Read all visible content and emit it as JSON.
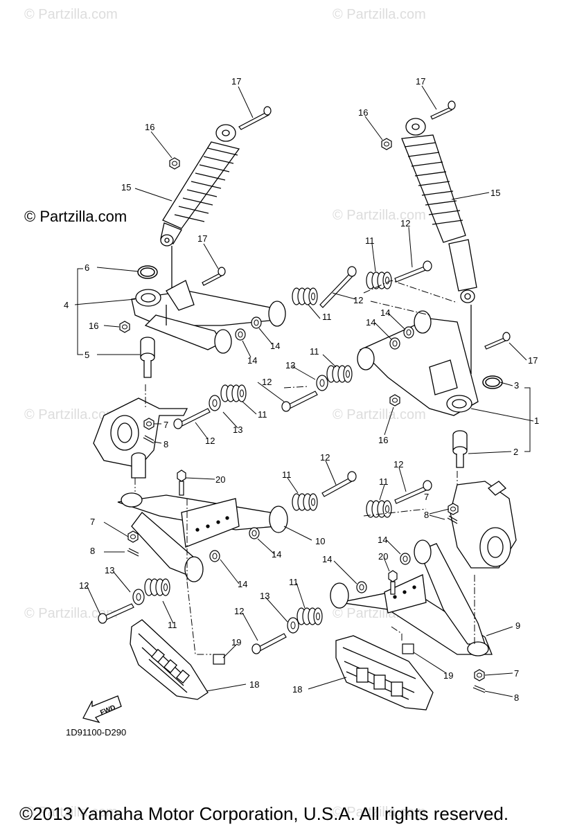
{
  "watermark": {
    "text": "© Partzilla.com"
  },
  "diagram_code": "1D91100-D290",
  "fwd_label": "FWD",
  "copyright": "©2013 Yamaha Motor Corporation, U.S.A. All rights reserved.",
  "callouts": {
    "n1": "1",
    "n2": "2",
    "n3": "3",
    "n4": "4",
    "n5": "5",
    "n6": "6",
    "n7": "7",
    "n8": "8",
    "n9": "9",
    "n10": "10",
    "n11": "11",
    "n12": "12",
    "n13": "13",
    "n14": "14",
    "n15": "15",
    "n16": "16",
    "n17": "17",
    "n18": "18",
    "n19": "19",
    "n20": "20"
  }
}
